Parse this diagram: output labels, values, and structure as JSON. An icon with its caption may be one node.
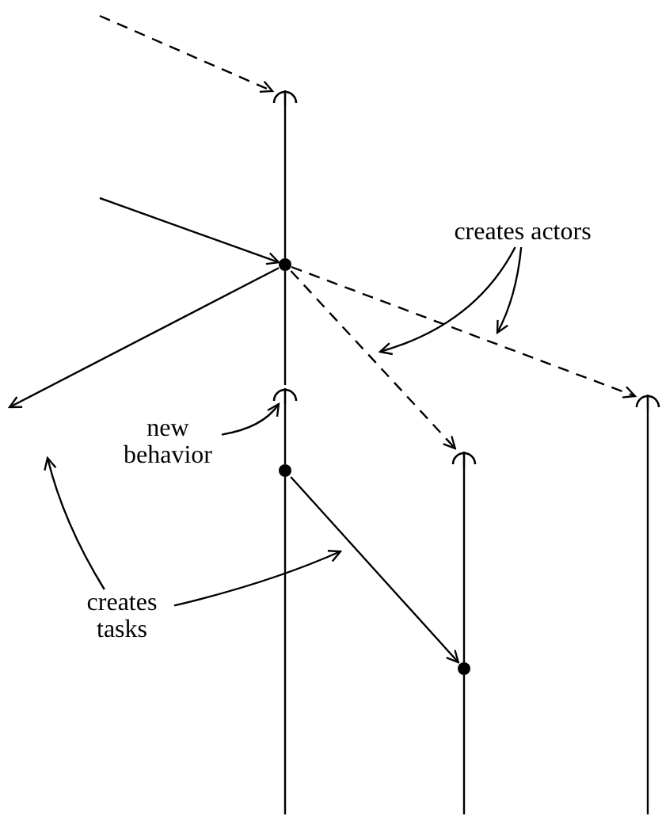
{
  "diagram": {
    "nodes": [
      {
        "text": [],
        "shape": "arc"
      },
      {
        "text": [],
        "shape": "circle"
      },
      {
        "text": [],
        "shape": "arc"
      },
      {
        "text": [],
        "shape": "circle"
      },
      {
        "text": [],
        "shape": "arc"
      },
      {
        "text": [],
        "shape": "circle"
      },
      {
        "text": [],
        "shape": "arc"
      },
      {
        "text": [
          "creates actors"
        ]
      },
      {
        "text": [
          "new behavior"
        ]
      },
      {
        "text": [
          "creates tasks"
        ]
      }
    ],
    "edges": [
      {
        "from": null,
        "to": 0,
        "arrow": "to",
        "style": "dashed"
      },
      {
        "from": null,
        "to": 1,
        "arrow": "to"
      },
      {
        "from": 1,
        "to": null,
        "arrow": "to"
      },
      {
        "from": 1,
        "to": 4,
        "arrow": "to",
        "style": "dashed"
      },
      {
        "from": 1,
        "to": 6,
        "arrow": "to",
        "style": "dashed"
      },
      {
        "from": 3,
        "to": 5,
        "arrow": "to"
      },
      {
        "from": 0,
        "to": 1,
        "arrow": "none"
      },
      {
        "from": 1,
        "to": 2,
        "arrow": "none"
      },
      {
        "from": 2,
        "to": 3,
        "arrow": "none"
      },
      {
        "from": 3,
        "to": null,
        "arrow": "none"
      },
      {
        "from": 4,
        "to": 5,
        "arrow": "none"
      },
      {
        "from": 5,
        "to": null,
        "arrow": "none"
      },
      {
        "from": 6,
        "to": null,
        "arrow": "none"
      },
      {
        "from": 7,
        "to": null,
        "arrow": "to"
      },
      {
        "from": 7,
        "to": null,
        "arrow": "to"
      },
      {
        "from": 8,
        "to": 2,
        "arrow": "to"
      },
      {
        "from": 9,
        "to": null,
        "arrow": "to"
      },
      {
        "from": 9,
        "to": null,
        "arrow": "to"
      }
    ]
  }
}
